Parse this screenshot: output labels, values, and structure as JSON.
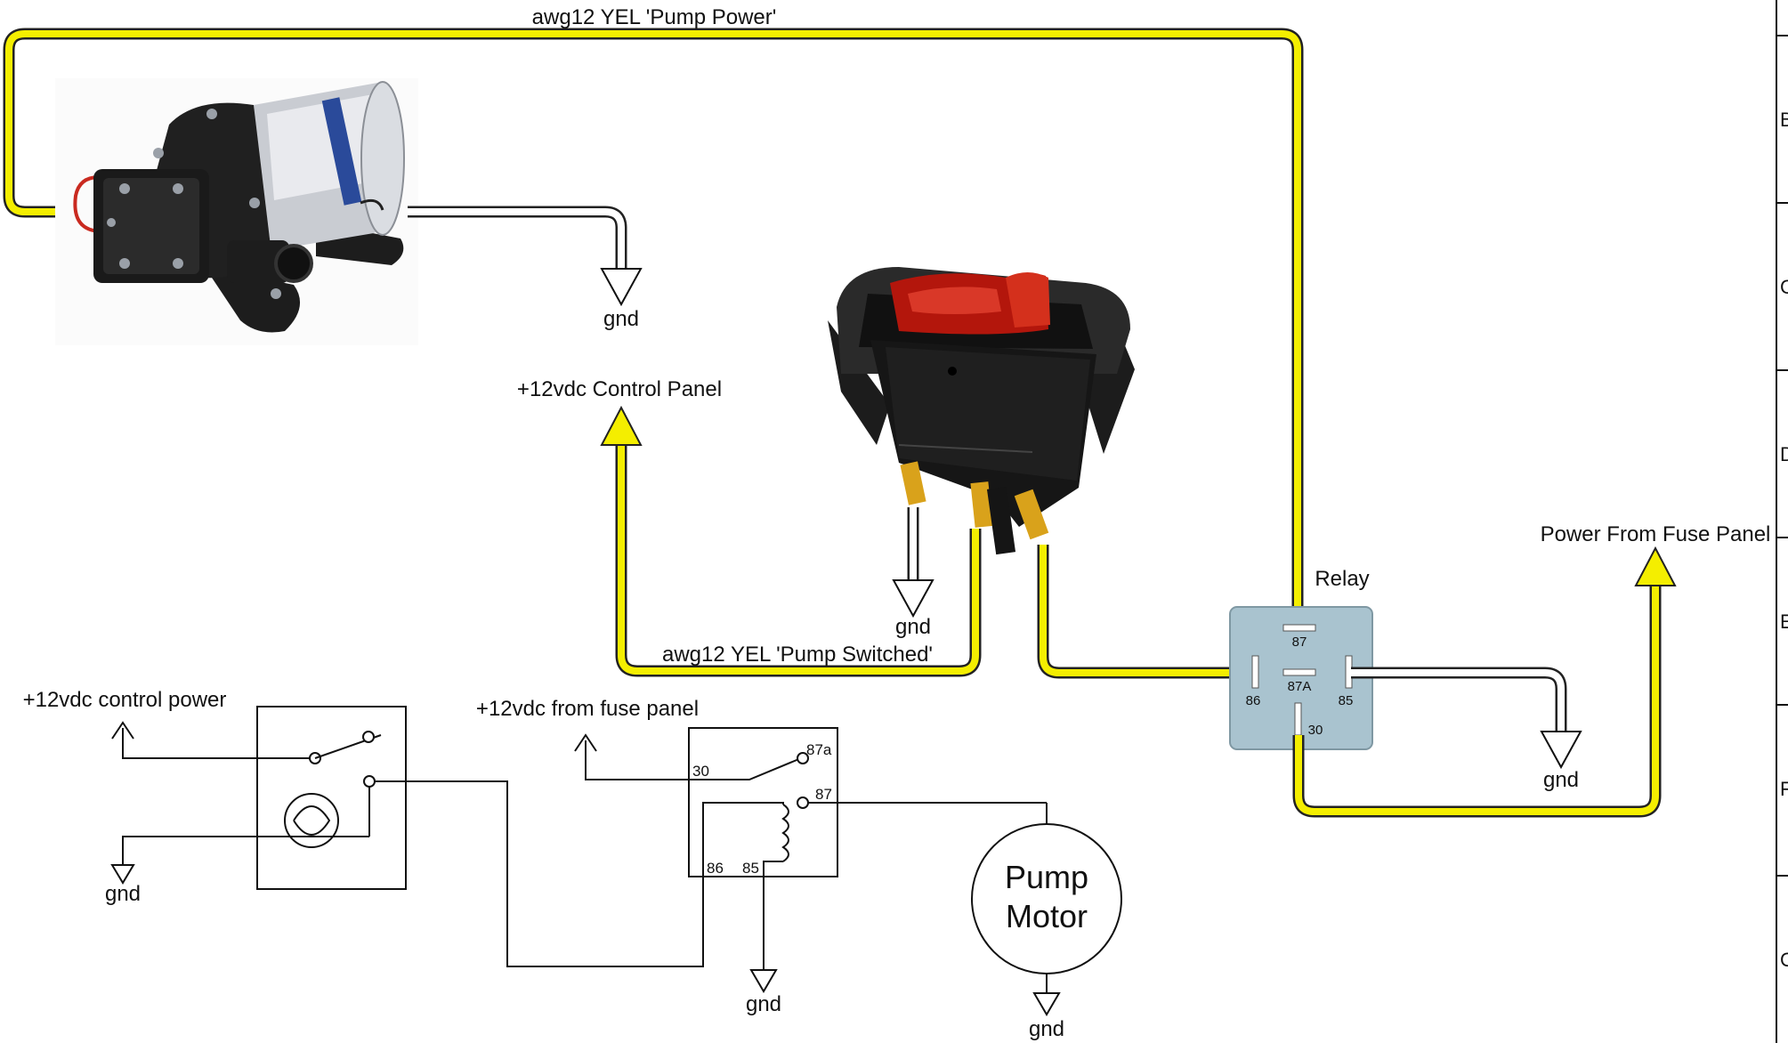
{
  "labels": {
    "pump_power_wire": "awg12 YEL 'Pump Power'",
    "pump_switched_wire": "awg12 YEL 'Pump Switched'",
    "control_panel": "+12vdc Control Panel",
    "power_from_fuse_panel": "Power From Fuse Panel",
    "relay_title": "Relay",
    "gnd": "gnd",
    "control_power": "+12vdc control power",
    "from_fuse_panel": "+12vdc from fuse panel",
    "pump_motor_line1": "Pump",
    "pump_motor_line2": "Motor"
  },
  "relay_pins": {
    "p87": "87",
    "p86": "86",
    "p87a": "87A",
    "p85": "85",
    "p30": "30"
  },
  "schematic_relay_pins": {
    "p30": "30",
    "p87a": "87a",
    "p87": "87",
    "p86": "86",
    "p85": "85"
  },
  "border_letters": [
    "B",
    "C",
    "D",
    "E",
    "F",
    "G"
  ],
  "colors": {
    "wire_yellow": "#f4ee00",
    "relay_body": "#a9c3cf",
    "switch_lamp": "#b3160c",
    "terminal_brass": "#d9a21b"
  },
  "icons": {
    "pump": "water-pump-icon",
    "switch": "rocker-switch-icon",
    "relay": "automotive-relay-icon"
  }
}
